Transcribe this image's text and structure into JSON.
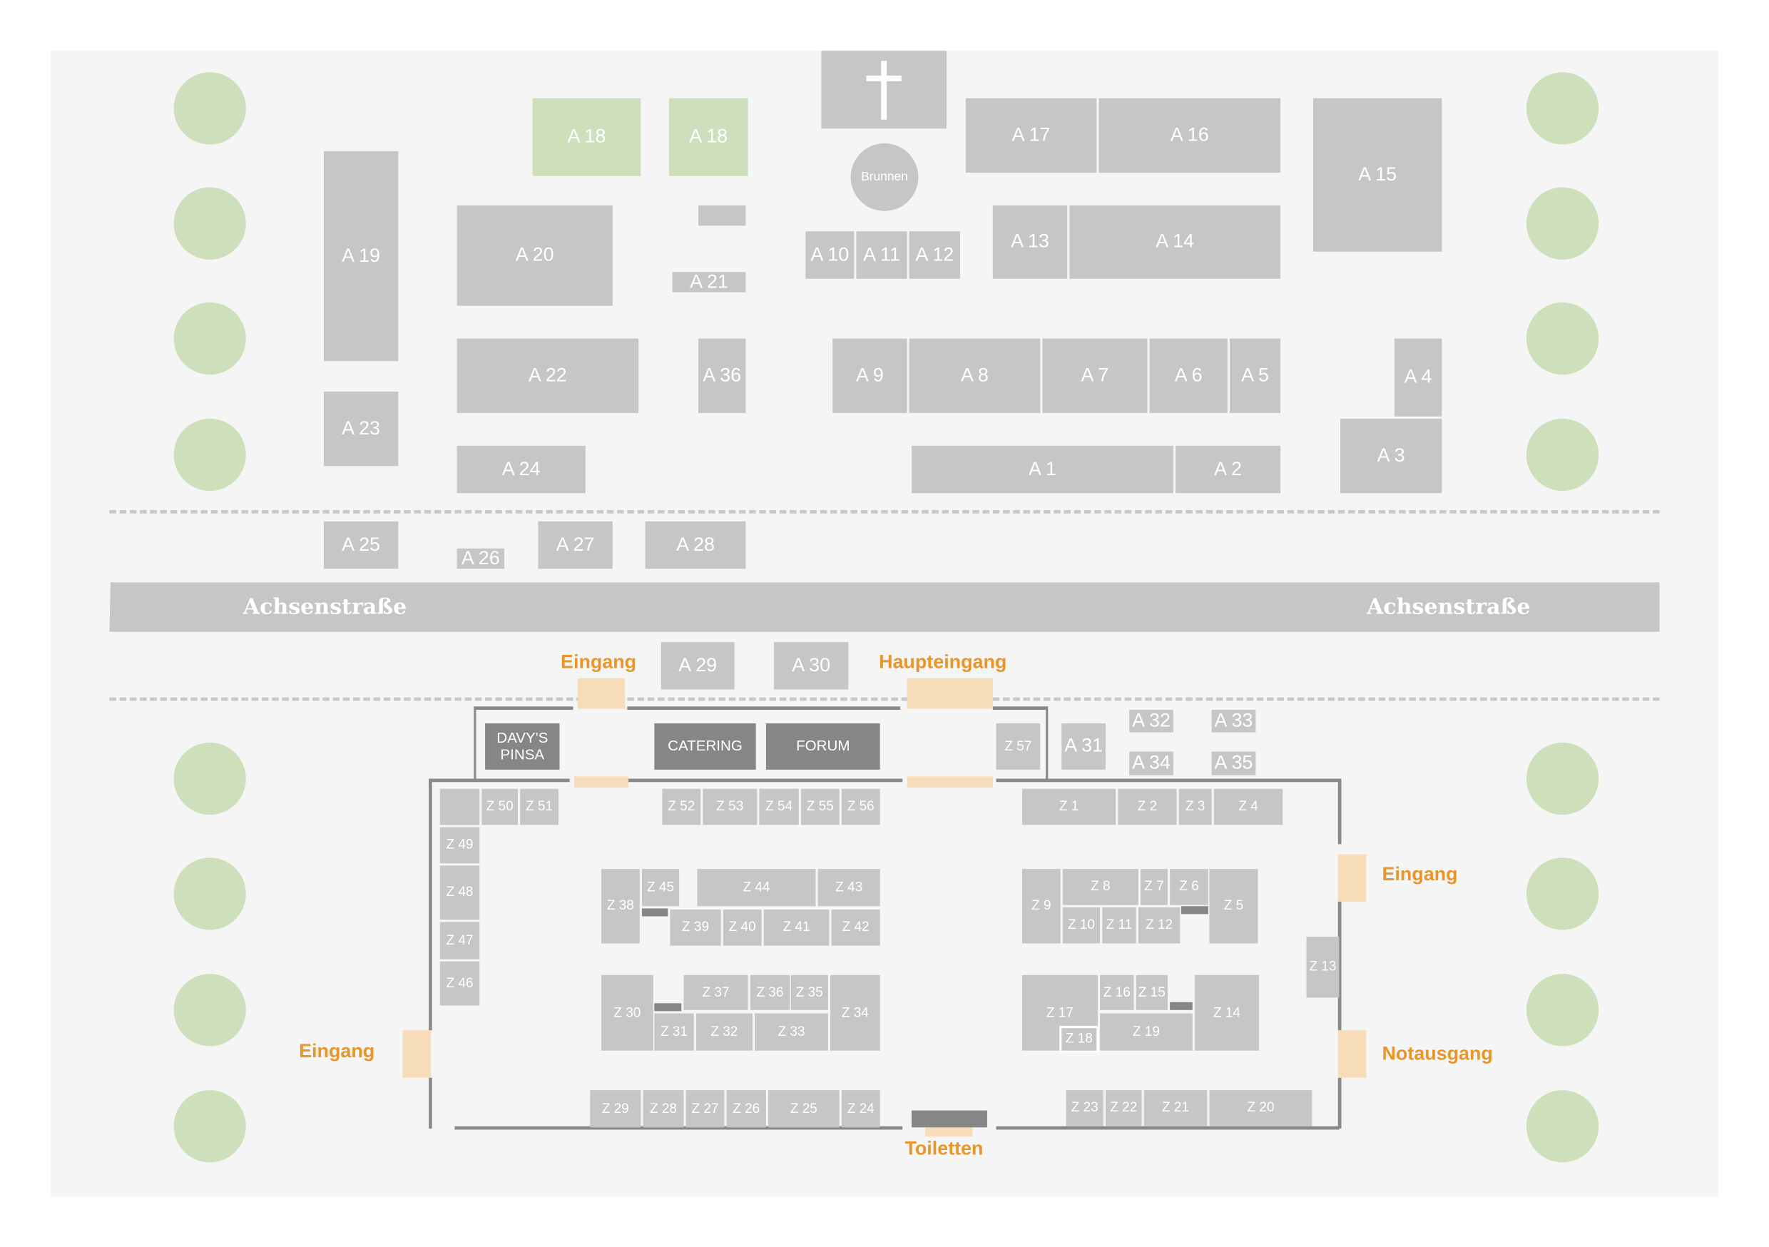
{
  "street": {
    "left_label": "Achsenstraße",
    "right_label": "Achsenstraße"
  },
  "well_label": "Brunnen",
  "entrances": {
    "top_left": "Eingang",
    "main": "Haupteingang",
    "right": "Eingang",
    "left": "Eingang",
    "emergency_exit": "Notausgang",
    "toilets": "Toiletten"
  },
  "colors": {
    "booth": "#c6c6c6",
    "highlight": "#cddfbb",
    "venue": "#868686",
    "entrance": "#f6dcb8",
    "label": "#e8962a"
  },
  "booths": [
    "A 18",
    "A 18",
    "A 17",
    "A 16",
    "A 15",
    "A 19",
    "A 20",
    "A 21",
    "A 10",
    "A 11",
    "A 12",
    "A 13",
    "A 14",
    "A 22",
    "A 36",
    "A 9",
    "A 8",
    "A 7",
    "A 6",
    "A 5",
    "A 4",
    "A 23",
    "A 24",
    "A 1",
    "A 2",
    "A 3",
    "A 25",
    "A 26",
    "A 27",
    "A 28",
    "A 29",
    "A 30",
    "A 31",
    "A 32",
    "A 33",
    "A 34",
    "A 35",
    "Z 57",
    "DAVY'S PINSA",
    "CATERING",
    "FORUM",
    "Z 50",
    "Z 51",
    "Z 49",
    "Z 48",
    "Z 47",
    "Z 46",
    "Z 52",
    "Z 53",
    "Z 54",
    "Z 55",
    "Z 56",
    "Z 38",
    "Z 45",
    "Z 44",
    "Z 43",
    "Z 39",
    "Z 40",
    "Z 41",
    "Z 42",
    "Z 30",
    "Z 37",
    "Z 36",
    "Z 35",
    "Z 34",
    "Z 31",
    "Z 32",
    "Z 33",
    "Z 29",
    "Z 28",
    "Z 27",
    "Z 26",
    "Z 25",
    "Z 24",
    "Z 1",
    "Z 2",
    "Z 3",
    "Z 4",
    "Z 9",
    "Z 8",
    "Z 7",
    "Z 6",
    "Z 5",
    "Z 10",
    "Z 11",
    "Z 12",
    "Z 17",
    "Z 16",
    "Z 15",
    "Z 19",
    "Z 14",
    "Z 18",
    "Z 13",
    "Z 23",
    "Z 22",
    "Z 21",
    "Z 20"
  ]
}
